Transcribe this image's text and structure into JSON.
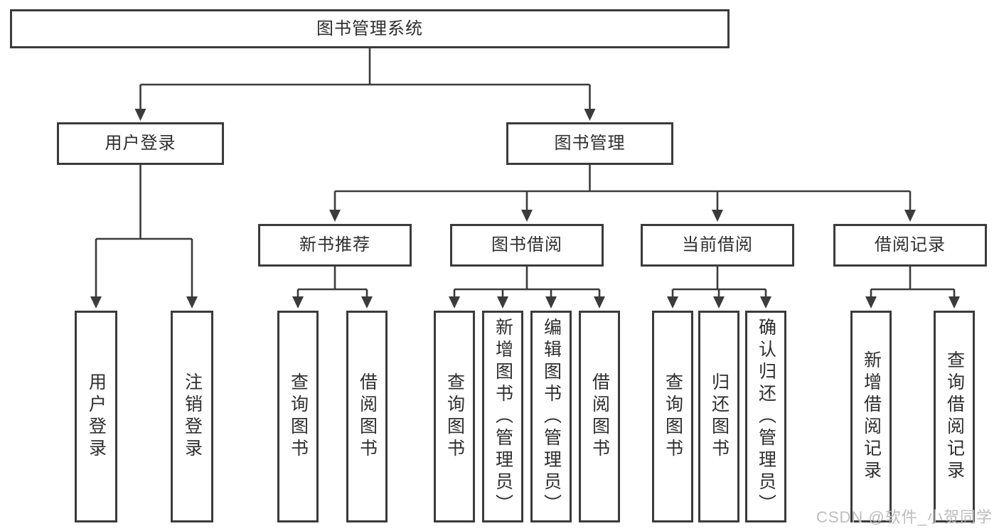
{
  "diagram": {
    "type": "hierarchy-structure-chart",
    "nodes": {
      "root": {
        "label": "图书管理系统"
      },
      "userLoginGroup": {
        "label": "用户登录"
      },
      "bookMgmt": {
        "label": "图书管理"
      },
      "newBookRec": {
        "label": "新书推荐"
      },
      "bookBorrow": {
        "label": "图书借阅"
      },
      "currentBorrow": {
        "label": "当前借阅"
      },
      "borrowRecords": {
        "label": "借阅记录"
      },
      "userLogin": {
        "label": "用户登录"
      },
      "logout": {
        "label": "注销登录"
      },
      "nbrQuery": {
        "label": "查询图书"
      },
      "nbrBorrow": {
        "label": "借阅图书"
      },
      "bbQuery": {
        "label": "查询图书"
      },
      "bbAdd": {
        "label": "新增图书（管理员）"
      },
      "bbEdit": {
        "label": "编辑图书（管理员）"
      },
      "bbBorrow": {
        "label": "借阅图书"
      },
      "cbQuery": {
        "label": "查询图书"
      },
      "cbReturn": {
        "label": "归还图书"
      },
      "cbConfirm": {
        "label": "确认归还（管理员）"
      },
      "brAdd": {
        "label": "新增借阅记录"
      },
      "brQuery": {
        "label": "查询借阅记录"
      }
    },
    "edges": [
      [
        "root",
        "userLoginGroup"
      ],
      [
        "root",
        "bookMgmt"
      ],
      [
        "userLoginGroup",
        "userLogin"
      ],
      [
        "userLoginGroup",
        "logout"
      ],
      [
        "bookMgmt",
        "newBookRec"
      ],
      [
        "bookMgmt",
        "bookBorrow"
      ],
      [
        "bookMgmt",
        "currentBorrow"
      ],
      [
        "bookMgmt",
        "borrowRecords"
      ],
      [
        "newBookRec",
        "nbrQuery"
      ],
      [
        "newBookRec",
        "nbrBorrow"
      ],
      [
        "bookBorrow",
        "bbQuery"
      ],
      [
        "bookBorrow",
        "bbAdd"
      ],
      [
        "bookBorrow",
        "bbEdit"
      ],
      [
        "bookBorrow",
        "bbBorrow"
      ],
      [
        "currentBorrow",
        "cbQuery"
      ],
      [
        "currentBorrow",
        "cbReturn"
      ],
      [
        "currentBorrow",
        "cbConfirm"
      ],
      [
        "borrowRecords",
        "brAdd"
      ],
      [
        "borrowRecords",
        "brQuery"
      ]
    ],
    "colors": {
      "line": "#3b3b3b",
      "text": "#2e2e2e",
      "background": "#ffffff",
      "watermark_text": "#bdbdbd"
    }
  },
  "watermark": {
    "text": "CSDN @软件_小贺同学"
  }
}
